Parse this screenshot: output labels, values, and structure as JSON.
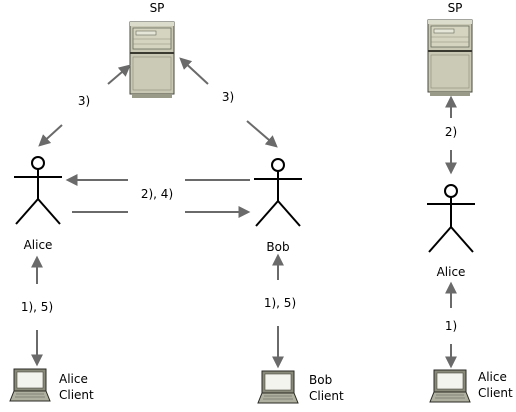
{
  "left_diagram": {
    "sp_label": "SP",
    "step_sp_alice": "3)",
    "step_sp_bob": "3)",
    "step_alice_bob": "2), 4)",
    "alice_label": "Alice",
    "bob_label": "Bob",
    "step_alice_client": "1), 5)",
    "step_bob_client": "1), 5)",
    "alice_client_line1": "Alice",
    "alice_client_line2": "Client",
    "bob_client_line1": "Bob",
    "bob_client_line2": "Client"
  },
  "right_diagram": {
    "sp_label": "SP",
    "step_sp_alice": "2)",
    "alice_label": "Alice",
    "step_alice_client": "1)",
    "alice_client_line1": "Alice",
    "alice_client_line2": "Client"
  }
}
